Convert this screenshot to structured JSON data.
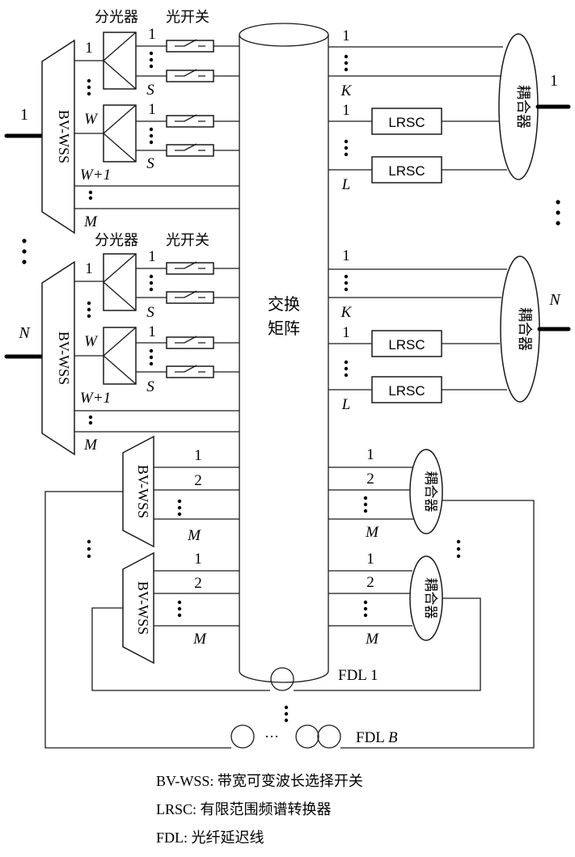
{
  "labels": {
    "splitter": "分光器",
    "optical_switch": "光开关",
    "bvwss": "BV-WSS",
    "lrsc": "LRSC",
    "coupler": "耦合器",
    "matrix_line1": "交换",
    "matrix_line2": "矩阵",
    "fdl1": "FDL 1",
    "fdlB_prefix": "FDL ",
    "fdlB_var": "B"
  },
  "vars": {
    "one": "1",
    "two": "2",
    "S": "S",
    "W": "W",
    "W1": "W+1",
    "M": "M",
    "K": "K",
    "L": "L",
    "N": "N"
  },
  "legend": [
    "BV-WSS: 带宽可变波长选择开关",
    "LRSC: 有限范围频谱转换器",
    "FDL: 光纤延迟线"
  ]
}
